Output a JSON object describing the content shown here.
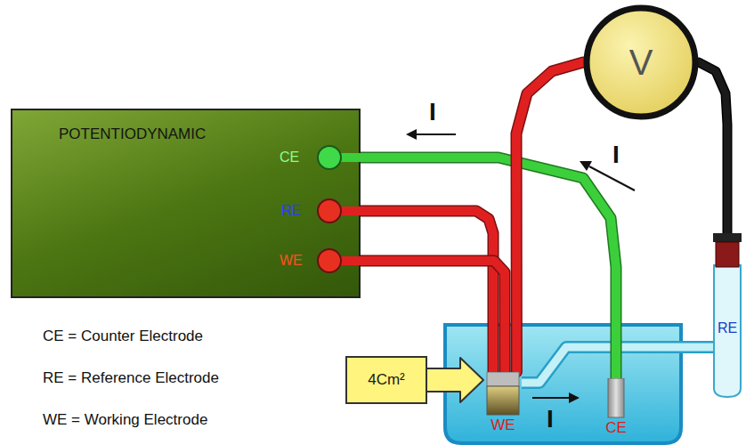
{
  "diagram": {
    "nodes": [
      {
        "text": [
          "POTENTIODYNAMIC",
          "CE",
          "RE",
          "WE"
        ]
      },
      {
        "text": [
          "V"
        ]
      },
      {
        "text": [
          "4Cm²"
        ]
      },
      {
        "text": [
          "WE"
        ]
      },
      {
        "text": [
          "CE"
        ]
      },
      {
        "text": [
          "RE"
        ]
      }
    ],
    "edges": [
      {
        "from": 0,
        "to": 4,
        "arrow": "none"
      },
      {
        "from": 0,
        "to": 3,
        "arrow": "none"
      },
      {
        "from": 0,
        "to": 3,
        "arrow": "none"
      },
      {
        "from": 3,
        "to": 1,
        "arrow": "none"
      },
      {
        "from": 1,
        "to": 5,
        "arrow": "none"
      },
      {
        "from": 2,
        "to": 3,
        "arrow": "to"
      }
    ],
    "labels": [
      "I",
      "I",
      "I",
      "CE = Counter Electrode",
      "RE = Reference Electrode",
      "WE = Working Electrode"
    ]
  }
}
